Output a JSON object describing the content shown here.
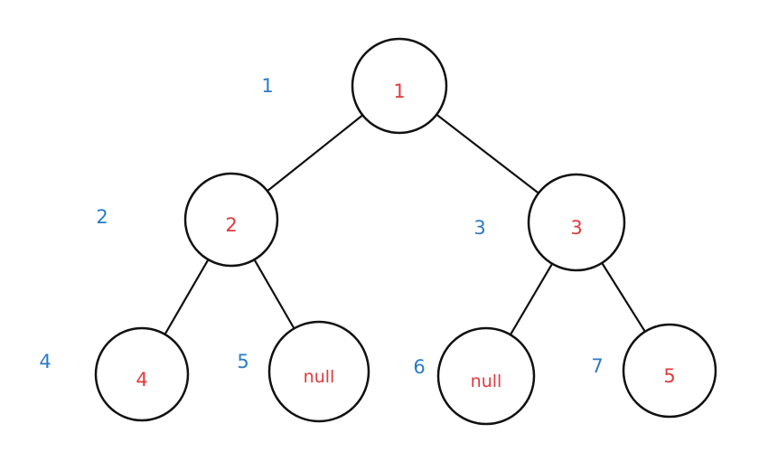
{
  "tree": {
    "nodes": [
      {
        "id": "n1",
        "value": "1",
        "index": "1"
      },
      {
        "id": "n2",
        "value": "2",
        "index": "2"
      },
      {
        "id": "n3",
        "value": "3",
        "index": "3"
      },
      {
        "id": "n4",
        "value": "4",
        "index": "4"
      },
      {
        "id": "n5",
        "value": "null",
        "index": "5"
      },
      {
        "id": "n6",
        "value": "null",
        "index": "6"
      },
      {
        "id": "n7",
        "value": "5",
        "index": "7"
      }
    ],
    "edges": [
      [
        "n1",
        "n2"
      ],
      [
        "n1",
        "n3"
      ],
      [
        "n2",
        "n4"
      ],
      [
        "n2",
        "n5"
      ],
      [
        "n3",
        "n6"
      ],
      [
        "n3",
        "n7"
      ]
    ]
  },
  "colors": {
    "value_text": "#e03a3e",
    "index_text": "#2a7bc8",
    "stroke": "#111111"
  }
}
